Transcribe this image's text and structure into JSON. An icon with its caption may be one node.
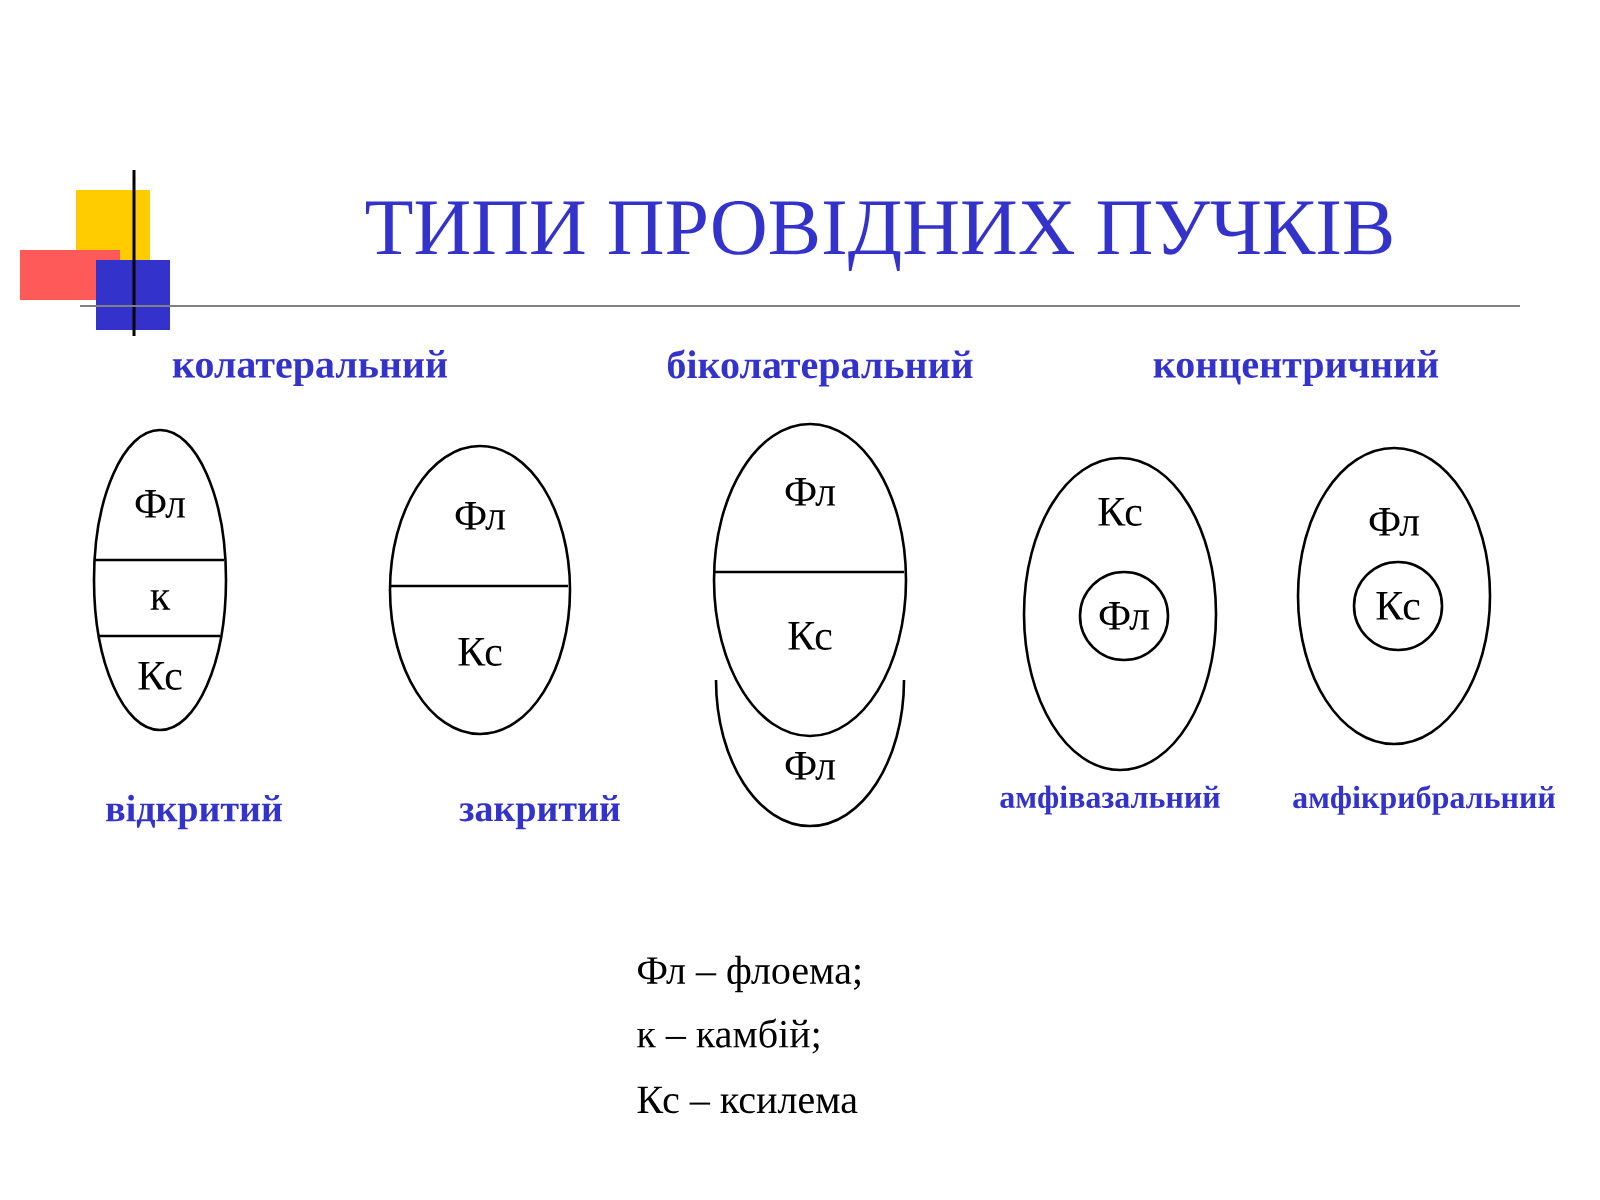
{
  "diagram": {
    "title": "ТИПИ ПРОВІДНИХ ПУЧКІВ",
    "nodes": [
      {
        "text": [
          "Фл",
          "к",
          "Кс"
        ],
        "beside": [
          "відкритий"
        ]
      },
      {
        "text": [
          "Фл",
          "Кс"
        ],
        "beside": [
          "закритий"
        ]
      },
      {
        "text": [
          "Фл",
          "Кс",
          "Фл"
        ]
      },
      {
        "text": [
          "Кс"
        ],
        "beside": [
          "амфівазальний"
        ]
      },
      {
        "text": [
          "Фл"
        ],
        "in": 3
      },
      {
        "text": [
          "Фл"
        ],
        "beside": [
          "амфікрибральний"
        ]
      },
      {
        "text": [
          "Кс"
        ],
        "in": 5
      }
    ],
    "labels": [
      "колатеральний",
      "біколатеральний",
      "концентричний",
      "Фл – флоема;",
      "к – камбій;",
      "Кс – ксилема"
    ]
  }
}
